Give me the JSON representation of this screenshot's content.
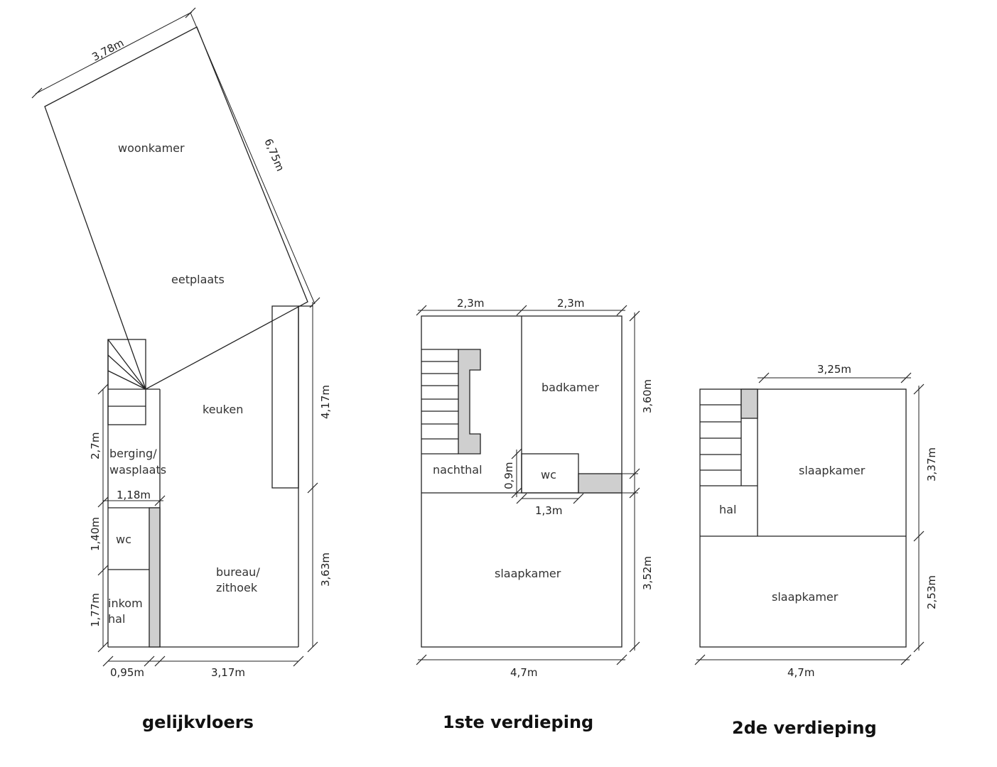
{
  "ground_floor": {
    "title": "gelijkvloers",
    "rooms": {
      "woonkamer": "woonkamer",
      "eetplaats": "eetplaats",
      "keuken": "keuken",
      "berging1": "berging/",
      "berging2": "wasplaats",
      "wc": "wc",
      "inkom1": "inkom",
      "inkom2": "hal",
      "bureau1": "bureau/",
      "bureau2": "zithoek"
    },
    "dims": {
      "top": "3,78m",
      "diag": "6,75m",
      "right_upper": "4,17m",
      "right_lower": "3,63m",
      "left_berging": "2,7m",
      "width_wc": "1,18m",
      "left_wc": "1,40m",
      "left_inkom": "1,77m",
      "bottom_left": "0,95m",
      "bottom_right": "3,17m"
    }
  },
  "first_floor": {
    "title": "1ste verdieping",
    "rooms": {
      "nachthal": "nachthal",
      "badkamer": "badkamer",
      "wc": "wc",
      "slaapkamer": "slaapkamer"
    },
    "dims": {
      "top_left": "2,3m",
      "top_right": "2,3m",
      "right_upper": "3,60m",
      "right_lower": "3,52m",
      "wc_height": "0,9m",
      "wc_width": "1,3m",
      "bottom": "4,7m"
    }
  },
  "second_floor": {
    "title": "2de verdieping",
    "rooms": {
      "slaapkamer_top": "slaapkamer",
      "hal": "hal",
      "slaapkamer_bottom": "slaapkamer"
    },
    "dims": {
      "top": "3,25m",
      "right_upper": "3,37m",
      "right_lower": "2,53m",
      "bottom": "4,7m"
    }
  }
}
